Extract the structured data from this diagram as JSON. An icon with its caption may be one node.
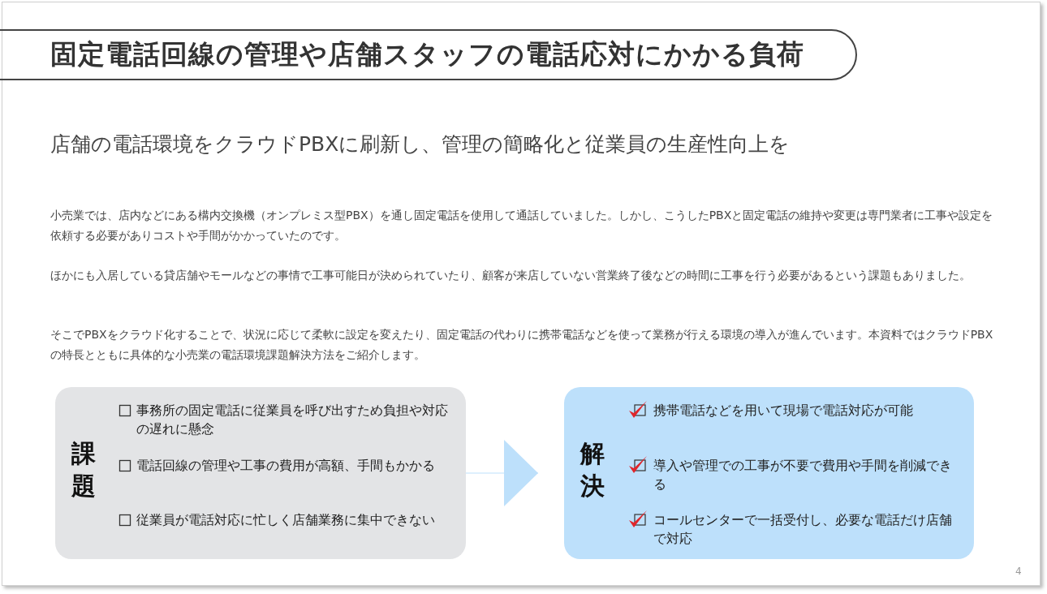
{
  "diagram": {
    "title": "固定電話回線の管理や店舗スタッフの電話応対にかかる負荷",
    "nodes": [
      {
        "text": [
          "課題",
          "事務所の固定電話に従業員を呼び出すため負担や対応の遅れに懸念",
          "電話回線の管理や工事の費用が高額、手間もかかる",
          "従業員が電話対応に忙しく店舗業務に集中できない"
        ]
      },
      {
        "text": [
          "解決",
          "携帯電話などを用いて現場で電話対応が可能",
          "導入や管理での工事が不要で費用や手間を削減できる",
          "コールセンターで一括受付し、必要な電話だけ店舗で対応"
        ]
      }
    ],
    "edges": [
      {
        "from": 0,
        "to": 1,
        "arrow": "to"
      }
    ],
    "labels": [
      "店舗の電話環境をクラウドPBXに刷新し、管理の簡略化と従業員の生産性向上を",
      "小売業では、店内などにある構内交換機（オンプレミス型PBX）を通し固定電話を使用して通話していました。しかし、こうしたPBXと固定電話の維持や変更は専門業者に工事や設定を依頼する必要がありコストや手間がかかっていたのです。",
      "ほかにも入居している貸店舗やモールなどの事情で工事可能日が決められていたり、顧客が来店していない営業終了後などの時間に工事を行う必要があるという課題もありました。",
      "そこでPBXをクラウド化することで、状況に応じて柔軟に設定を変えたり、固定電話の代わりに携帯電話などを使って業務が行える環境の導入が進んでいます。本資料ではクラウドPBXの特長とともに具体的な小売業の電話環境課題解決方法をご紹介します。",
      "4"
    ]
  }
}
